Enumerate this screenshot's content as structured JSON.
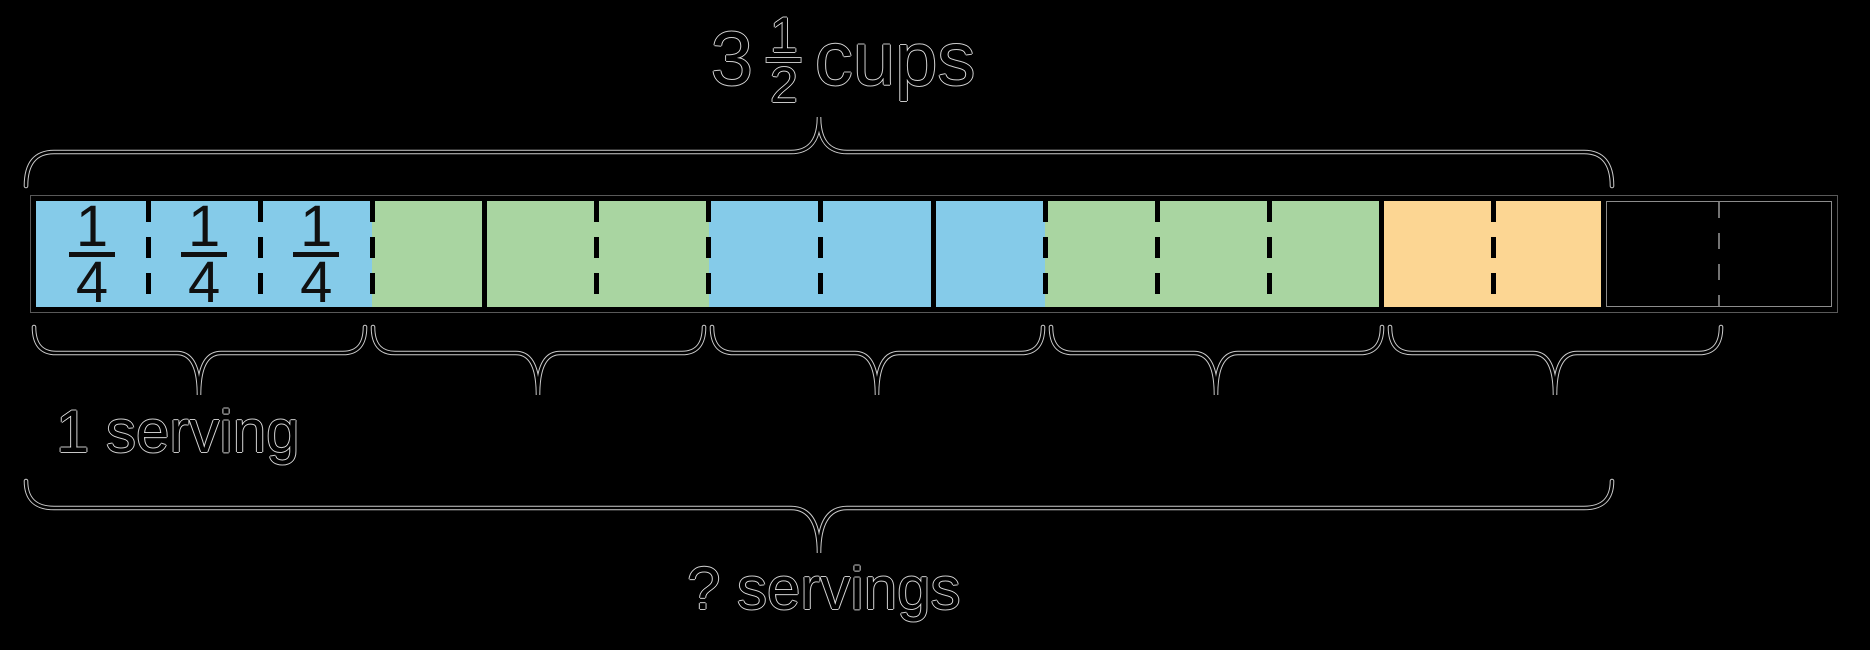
{
  "diagram": {
    "title": {
      "whole_number": "3",
      "fraction_numerator": "1",
      "fraction_denominator": "2",
      "unit": "cups"
    },
    "labels": {
      "serving": "1 serving",
      "question": "? servings"
    },
    "colors": {
      "blue": "#85CBE9",
      "green": "#A9D5A1",
      "orange": "#FCD693",
      "ink": "#000000",
      "ghost_outline": "#FFFFFF"
    },
    "bar": {
      "cell_fraction": {
        "num": "1",
        "den": "4"
      },
      "cells": [
        {
          "color": "blue",
          "fraction": true,
          "divider": "dashed"
        },
        {
          "color": "blue",
          "fraction": true,
          "divider": "dashed"
        },
        {
          "color": "blue",
          "fraction": true,
          "divider": "dashed"
        },
        {
          "color": "green",
          "fraction": false,
          "divider": "solid"
        },
        {
          "color": "green",
          "fraction": false,
          "divider": "dashed"
        },
        {
          "color": "green",
          "fraction": false,
          "divider": "dashed"
        },
        {
          "color": "blue",
          "fraction": false,
          "divider": "dashed"
        },
        {
          "color": "blue",
          "fraction": false,
          "divider": "solid"
        },
        {
          "color": "blue",
          "fraction": false,
          "divider": "dashed"
        },
        {
          "color": "green",
          "fraction": false,
          "divider": "dashed"
        },
        {
          "color": "green",
          "fraction": false,
          "divider": "dashed"
        },
        {
          "color": "green",
          "fraction": false,
          "divider": "solid"
        },
        {
          "color": "orange",
          "fraction": false,
          "divider": "dashed"
        },
        {
          "color": "orange",
          "fraction": false,
          "divider": "solid-end"
        },
        {
          "color": null,
          "empty": true,
          "fraction": false,
          "divider": "ghost-dashed"
        },
        {
          "color": null,
          "empty": true,
          "fraction": false,
          "divider": null
        }
      ]
    }
  }
}
